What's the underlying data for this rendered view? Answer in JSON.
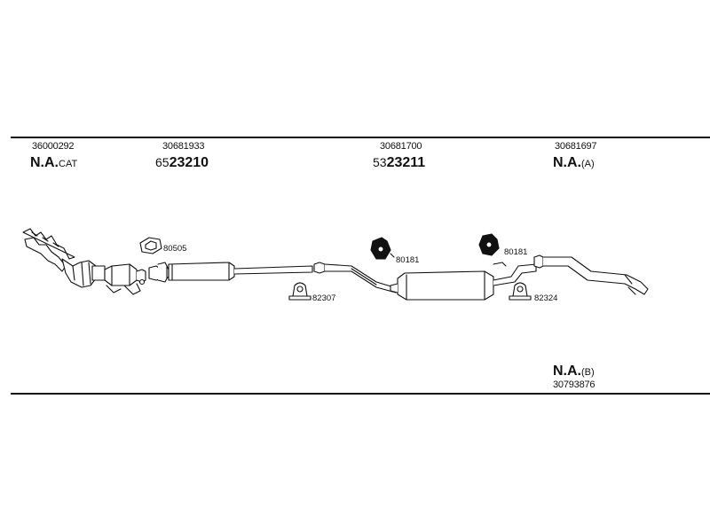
{
  "columns": [
    {
      "part_number": "36000292",
      "ref_prefix": "N.A.",
      "ref_main": "",
      "ref_suffix": "CAT"
    },
    {
      "part_number": "30681933",
      "ref_prefix": "65",
      "ref_main": "23210",
      "ref_suffix": ""
    },
    {
      "part_number": "30681700",
      "ref_prefix": "53",
      "ref_main": "23211",
      "ref_suffix": ""
    },
    {
      "part_number": "30681697",
      "ref_prefix": "N.A.",
      "ref_main": "",
      "ref_suffix": "(A)"
    }
  ],
  "callouts": {
    "gasket": "80505",
    "clamp_left": "82307",
    "mount_left": "80181",
    "mount_right": "80181",
    "clamp_right": "82324"
  },
  "bottom_ref": {
    "ref_prefix": "N.A.",
    "ref_suffix": "(B)",
    "part_number": "30793876"
  },
  "colors": {
    "line": "#111111",
    "fill": "#ffffff",
    "shade": "#cfcfcf"
  }
}
